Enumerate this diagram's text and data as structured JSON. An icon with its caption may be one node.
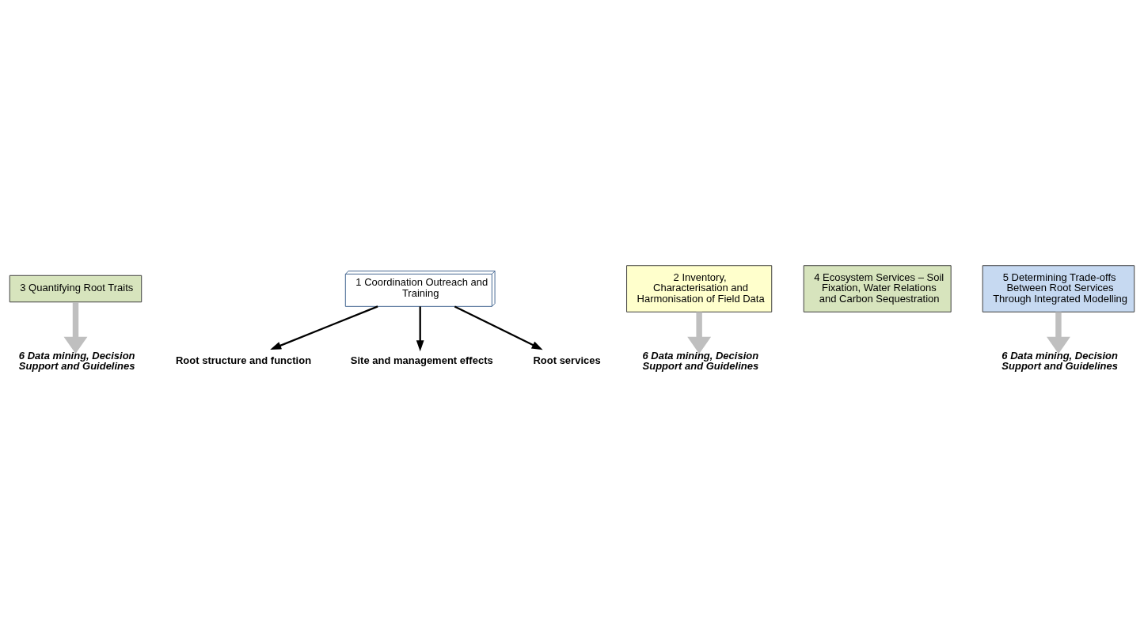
{
  "diagram": {
    "nodes": [
      {
        "text": [
          "6 Data mining, Decision Support and Guidelines"
        ]
      },
      {
        "text": [
          "Root structure and function"
        ]
      },
      {
        "text": [
          "6 Data mining, Decision Support and Guidelines"
        ]
      },
      {
        "text": [
          "2 Inventory, Characterisation and Harmonisation of Field Data"
        ]
      },
      {
        "text": [
          "3 Quantifying Root Traits"
        ]
      },
      {
        "text": [
          "4 Ecosystem Services – Soil Fixation, Water Relations and Carbon Sequestration"
        ]
      },
      {
        "text": [
          "1 Coordination Outreach and Training"
        ]
      },
      {
        "text": [
          "Site and management effects"
        ]
      },
      {
        "text": [
          "5 Determining Trade-offs Between Root Services Through Integrated Modelling"
        ]
      },
      {
        "text": [
          "Root services"
        ]
      },
      {
        "text": [
          "6 Data mining, Decision Support and Guidelines"
        ]
      }
    ],
    "edges": [
      {
        "from": 6,
        "to": 1,
        "arrow": "to"
      },
      {
        "from": 6,
        "to": 7,
        "arrow": "to"
      },
      {
        "from": 6,
        "to": 9,
        "arrow": "to"
      },
      {
        "from": 4,
        "to": 0,
        "arrow": "to",
        "style": "thick",
        "color": "#bfbfbf"
      },
      {
        "from": 3,
        "to": 2,
        "arrow": "to",
        "style": "thick",
        "color": "#bfbfbf"
      },
      {
        "from": 8,
        "to": 10,
        "arrow": "to",
        "style": "thick",
        "color": "#bfbfbf"
      }
    ]
  }
}
